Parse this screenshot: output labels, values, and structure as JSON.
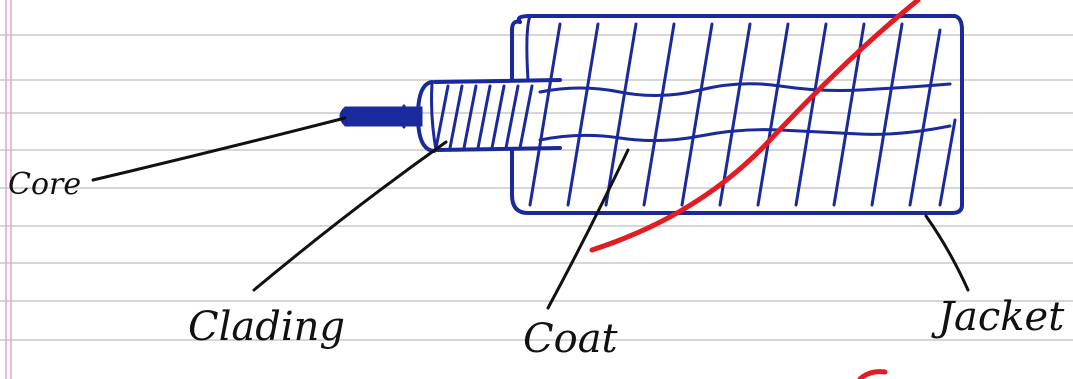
{
  "labels": {
    "core": "Core",
    "cladding": "Clading",
    "coat": "Coat",
    "jacket": "Jacket"
  },
  "colors": {
    "ink": "#1a2a9c",
    "pen": "#111111",
    "correction": "#e31b23",
    "ruled_line": "#c9c9c9",
    "margin": "#e9a3c9"
  }
}
